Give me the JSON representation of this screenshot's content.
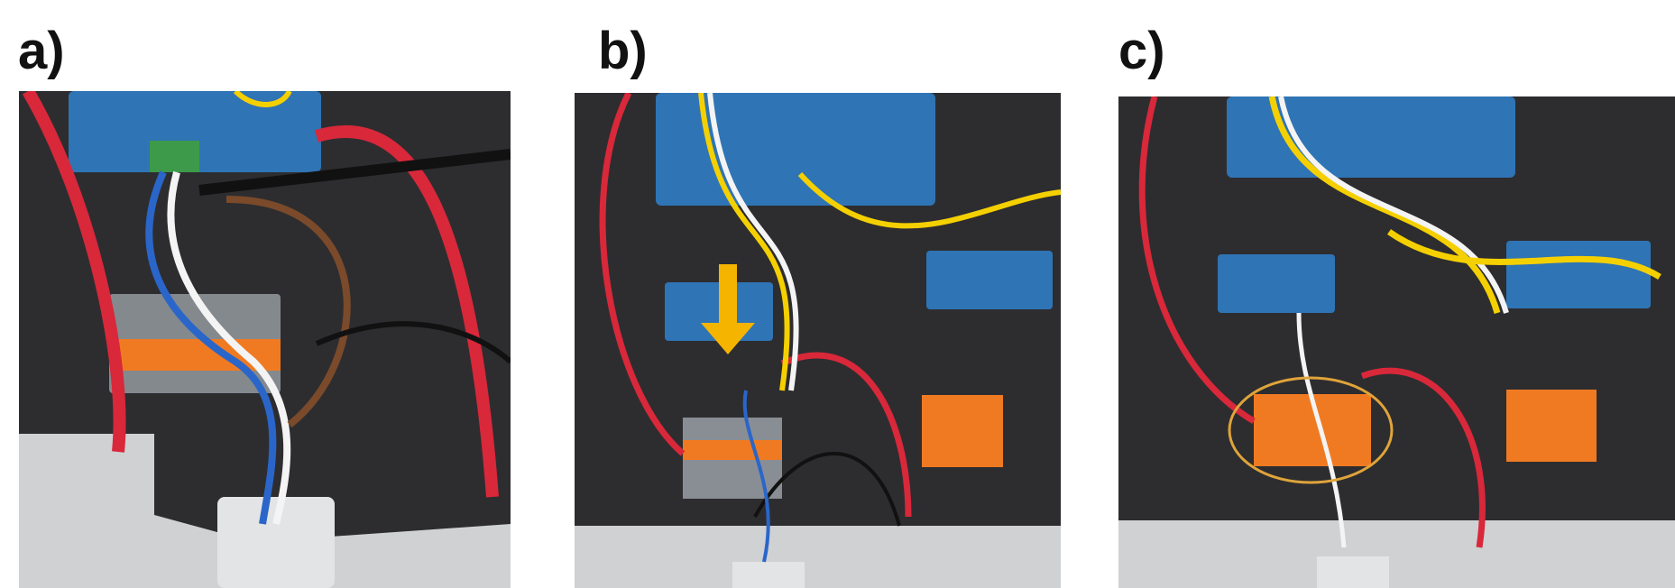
{
  "figure": {
    "panels": [
      {
        "label": "a)"
      },
      {
        "label": "b)"
      },
      {
        "label": "c)"
      }
    ],
    "colors": {
      "arrow": "#f5b400",
      "highlight_ellipse": "#e0a43a",
      "pcb": "#2f74b5",
      "red_wire": "#d8283a",
      "connector_orange": "#f07a22"
    }
  }
}
